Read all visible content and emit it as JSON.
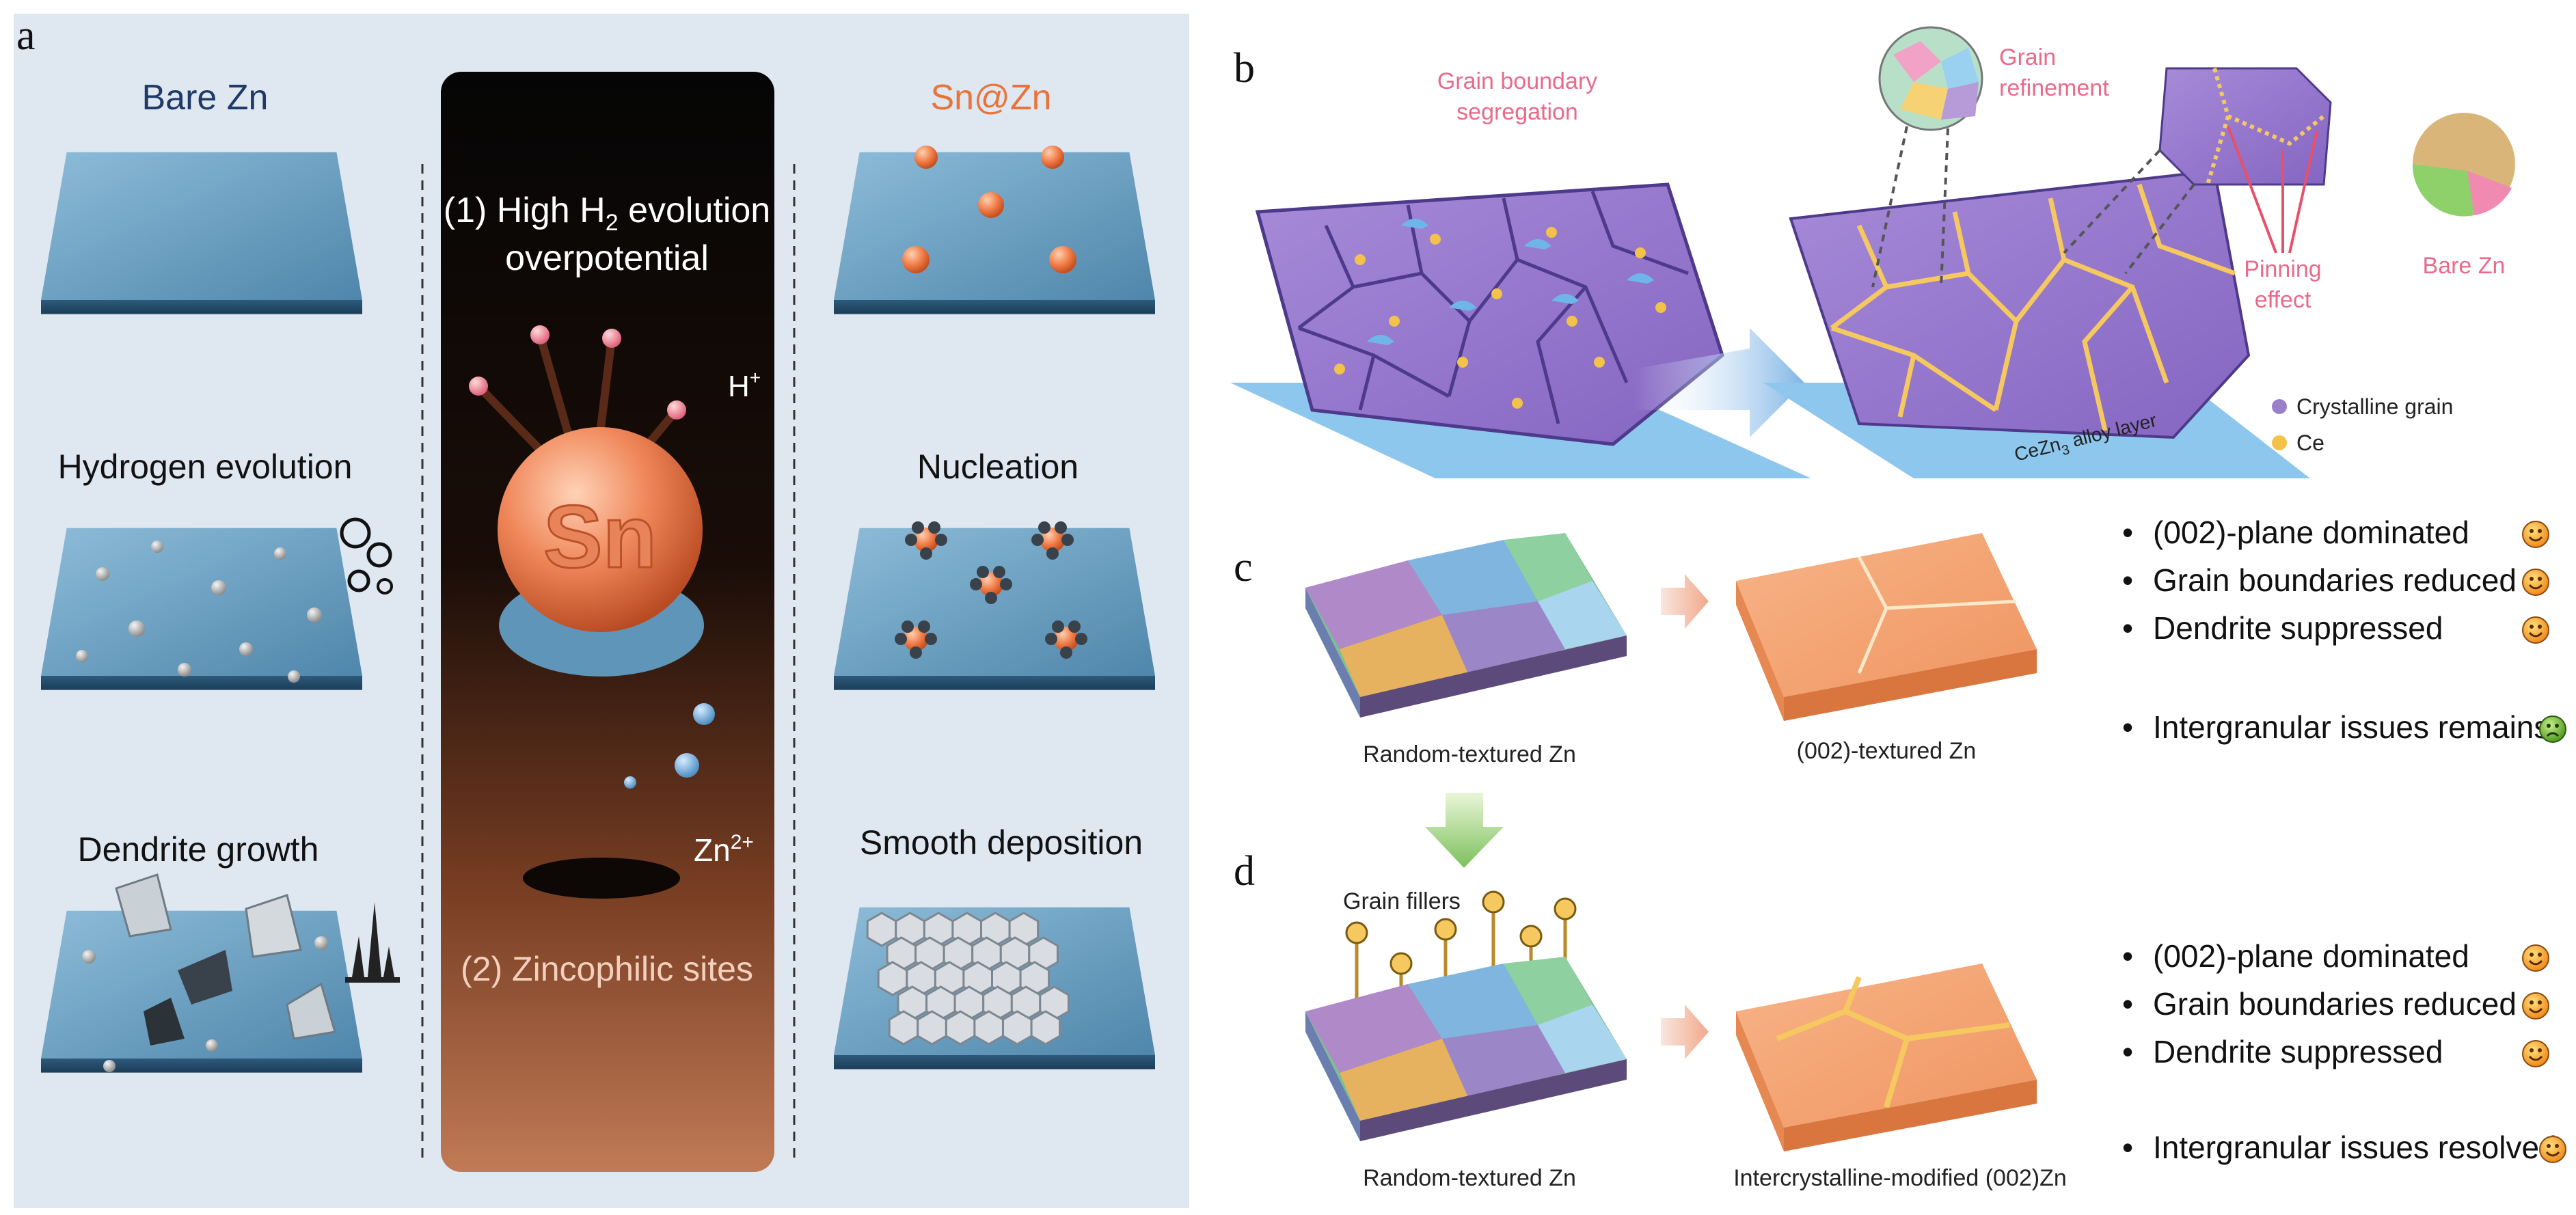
{
  "panel_a": {
    "letter": "a",
    "left_title": "Bare Zn",
    "right_title": "Sn@Zn",
    "left_steps": [
      "Hydrogen evolution",
      "Dendrite growth"
    ],
    "right_steps": [
      "Nucleation",
      "Smooth deposition"
    ],
    "center_line1_pre": "(1) High H",
    "center_line1_sub": "2",
    "center_line1_post": " evolution",
    "center_line2": "overpotential",
    "sphere_label": "Sn",
    "proton_label": "H",
    "proton_sup": "+",
    "zinc_ion_label": "Zn",
    "zinc_ion_sup": "2+",
    "center_bottom": "(2) Zincophilic sites"
  },
  "panel_b": {
    "letter": "b",
    "seg_line1": "Grain boundary",
    "seg_line2": "segregation",
    "ref_line1": "Grain",
    "ref_line2": "refinement",
    "pin_line1": "Pinning",
    "pin_line2": "effect",
    "bare_zn": "Bare Zn",
    "layer_pre": "CeZn",
    "layer_sub": "3",
    "layer_post": " alloy layer",
    "legend": [
      {
        "label": "Crystalline grain",
        "color": "#9a7fc9"
      },
      {
        "label": "Ce",
        "color": "#f3c24b"
      }
    ]
  },
  "panel_c": {
    "letter": "c",
    "left_caption": "Random-textured Zn",
    "right_caption": "(002)-textured Zn",
    "bullets": [
      {
        "text": "(002)-plane dominated",
        "icon": "happy-face"
      },
      {
        "text": "Grain boundaries reduced",
        "icon": "happy-face"
      },
      {
        "text": "Dendrite suppressed",
        "icon": "happy-face"
      },
      {
        "text": "Intergranular issues remains",
        "icon": "unhappy-face"
      }
    ]
  },
  "panel_d": {
    "letter": "d",
    "fillers_label": "Grain fillers",
    "left_caption": "Random-textured Zn",
    "right_caption": "Intercrystalline-modified (002)Zn",
    "bullets": [
      {
        "text": "(002)-plane dominated",
        "icon": "happy-face"
      },
      {
        "text": "Grain boundaries reduced",
        "icon": "happy-face"
      },
      {
        "text": "Dendrite suppressed",
        "icon": "happy-face"
      },
      {
        "text": "Intergranular issues resolved",
        "icon": "happy-face"
      }
    ]
  },
  "colors": {
    "panel_a_bg": "#dfe7f1",
    "zn_plate": "#5f95b8",
    "sn": "#f0875a",
    "grain_purple": "#9a7fc9",
    "textured_zn": "#f4a574",
    "boundary_yellow": "#f6c860",
    "title_blue": "#1f3a66",
    "title_orange": "#e8743b",
    "pink_text": "#e96a8a"
  }
}
